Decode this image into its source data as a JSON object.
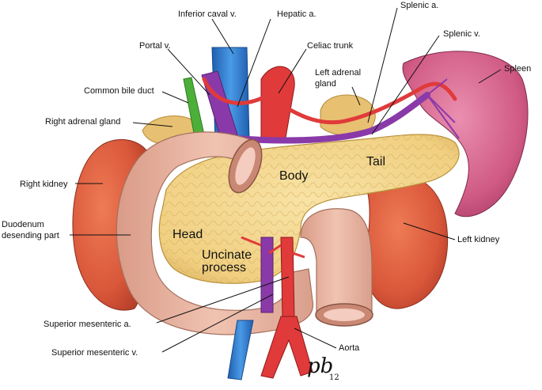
{
  "labels": {
    "inferior_caval_v": "Inferior caval v.",
    "hepatic_a": "Hepatic a.",
    "splenic_a": "Splenic a.",
    "splenic_v": "Splenic v.",
    "portal_v": "Portal v.",
    "celiac_trunk": "Celiac trunk",
    "left_adrenal_gland_1": "Left adrenal",
    "left_adrenal_gland_2": "gland",
    "spleen": "Spleen",
    "common_bile_duct": "Common bile duct",
    "right_adrenal_gland": "Right adrenal gland",
    "right_kidney": "Right kidney",
    "duodenum_1": "Duodenum",
    "duodenum_2": "desending part",
    "left_kidney": "Left kidney",
    "superior_mesenteric_a": "Superior mesenteric a.",
    "superior_mesenteric_v": "Superior mesenteric v.",
    "aorta": "Aorta"
  },
  "regions": {
    "head": "Head",
    "body": "Body",
    "tail": "Tail",
    "uncinate_1": "Uncinate",
    "uncinate_2": "process"
  },
  "signature": {
    "mark": "pb",
    "number": "12"
  },
  "colors": {
    "kidney": "#d9573a",
    "spleen": "#d05a84",
    "pancreas": "#f2d48a",
    "duodenum": "#e7b29c",
    "artery": "#e13a3a",
    "vein_blue": "#2f7fd0",
    "vein_purple": "#8a3aa8",
    "bile_duct": "#4caf3a",
    "adrenal": "#e7c071"
  }
}
